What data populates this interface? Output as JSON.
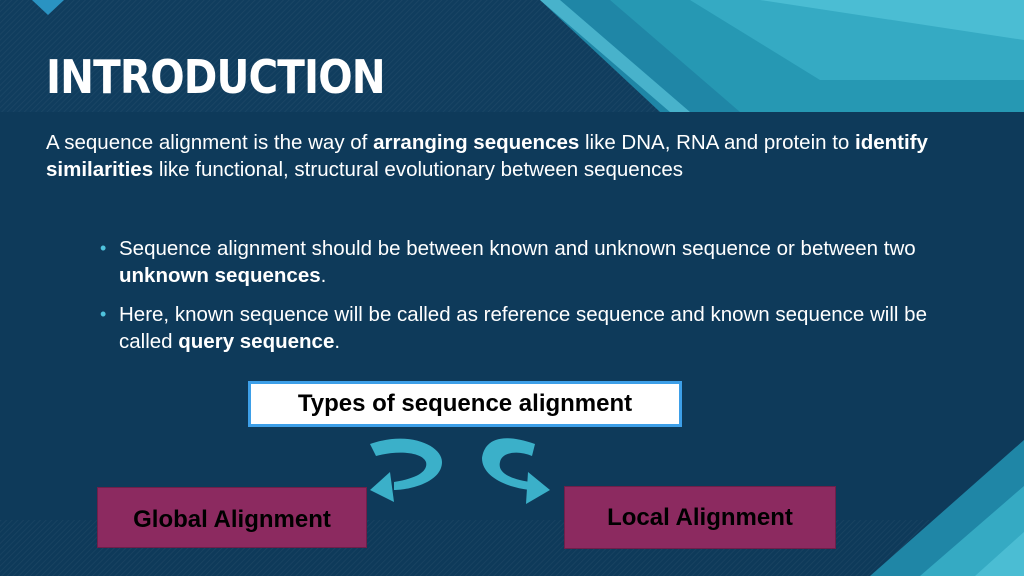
{
  "slide": {
    "title": "INTRODUCTION",
    "intro": {
      "p1": "A sequence alignment is the way of ",
      "b1": "arranging sequences",
      "p2": " like DNA, RNA and protein to ",
      "b2": "identify similarities",
      "p3": " like functional, structural evolutionary between sequences"
    },
    "bullets": [
      {
        "marker": "•",
        "text": "Sequence alignment should be between known and unknown sequence or between two ",
        "bold": "unknown sequences",
        "tail": "."
      },
      {
        "marker": "•",
        "text": "Here, known sequence will be called as reference sequence and known sequence will be called ",
        "bold": "query sequence",
        "tail": "."
      }
    ],
    "types_label": "Types of sequence alignment",
    "global_label": "Global Alignment",
    "local_label": "Local Alignment"
  },
  "colors": {
    "background": "#0e3a5a",
    "accent_cyan": "#4fc3dd",
    "box_border": "#3d9fe8",
    "alignment_box": "#8c2a60"
  }
}
